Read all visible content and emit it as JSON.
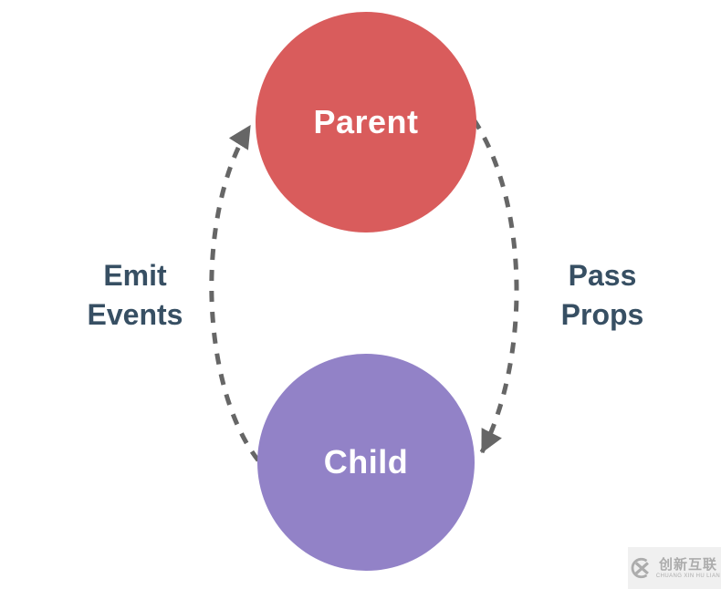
{
  "nodes": {
    "parent": {
      "label": "Parent",
      "color": "#d95c5c"
    },
    "child": {
      "label": "Child",
      "color": "#9282c7"
    }
  },
  "edges": {
    "emit": {
      "line1": "Emit",
      "line2": "Events",
      "direction": "child-to-parent"
    },
    "pass": {
      "line1": "Pass",
      "line2": "Props",
      "direction": "parent-to-child"
    }
  },
  "colors": {
    "arrow": "#666666",
    "edge_label": "#374f63",
    "node_text": "#ffffff",
    "background": "#ffffff",
    "watermark_bg": "#f0f0f0",
    "watermark_fg": "#acacac"
  },
  "watermark": {
    "brand": "创新互联",
    "subtext": "CHUANG XIN HU LIAN"
  }
}
